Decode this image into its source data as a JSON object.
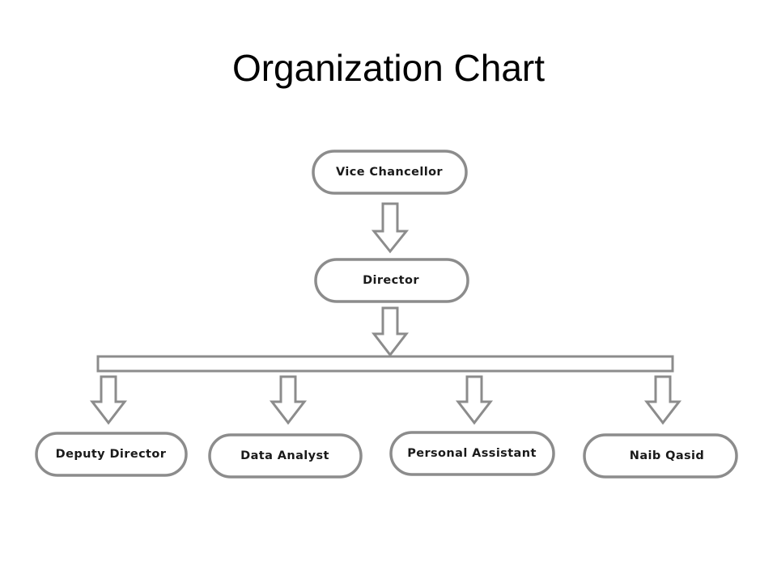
{
  "title": "Organization Chart",
  "colors": {
    "outline": "#8c8c8c",
    "text": "#1a1a1a",
    "background": "#ffffff"
  },
  "nodes": {
    "vice_chancellor": "Vice Chancellor",
    "director": "Director",
    "deputy_director": "Deputy Director",
    "data_analyst": "Data Analyst",
    "personal_assistant": "Personal Assistant",
    "naib_qasid": "Naib Qasid"
  }
}
